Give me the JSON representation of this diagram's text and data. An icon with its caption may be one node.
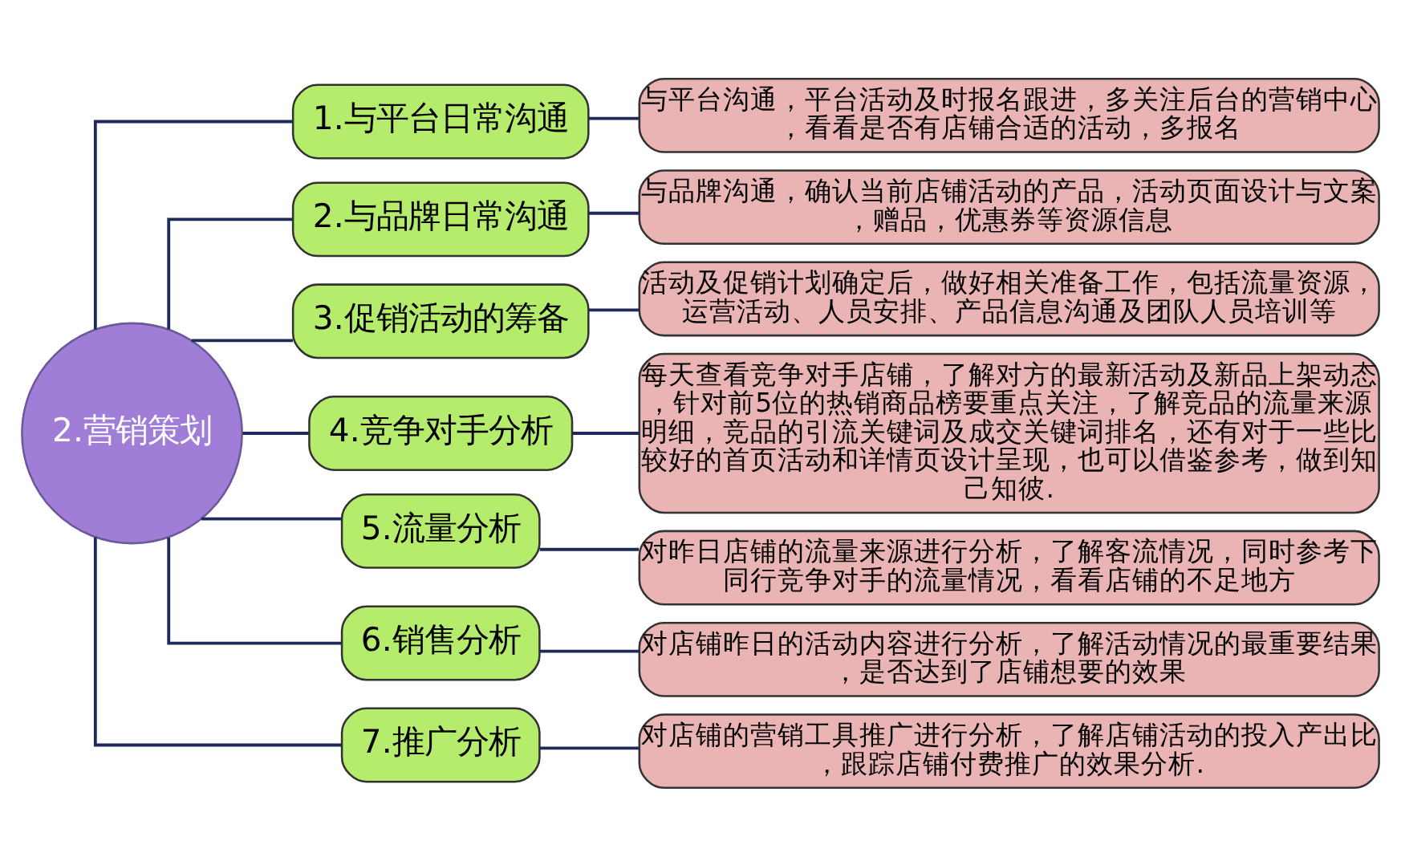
{
  "diagram": {
    "nodes": [
      {
        "text": [
          "2.营销策划"
        ]
      },
      {
        "text": [
          "1.与平台日常沟通"
        ]
      },
      {
        "text": [
          "2.与品牌日常沟通"
        ]
      },
      {
        "text": [
          "3.促销活动的筹备"
        ]
      },
      {
        "text": [
          "4.竞争对手分析"
        ]
      },
      {
        "text": [
          "5.流量分析"
        ]
      },
      {
        "text": [
          "6.销售分析"
        ]
      },
      {
        "text": [
          "7.推广分析"
        ]
      },
      {
        "text": [
          "与平台沟通，平台活动及时报名跟进，多关注后台的营销中心，看看是否有店铺合适的活动，多报名"
        ]
      },
      {
        "text": [
          "与品牌沟通，确认当前店铺活动的产品，活动页面设计与文案，赠品，优惠券等资源信息"
        ]
      },
      {
        "text": [
          "活动及促销计划确定后，做好相关准备工作，包括流量资源，运营活动、人员安排、产品信息沟通及团队人员培训等"
        ]
      },
      {
        "text": [
          "每天查看竞争对手店铺，了解对方的最新活动及新品上架动态，针对前5位的热销商品榜要重点关注，了解竞品的流量来源明细，竞品的引流关键词及成交关键词排名，还有对于一些比较好的首页活动和详情页设计呈现，也可以借鉴参考，做到知己知彼."
        ]
      },
      {
        "text": [
          "对昨日店铺的流量来源进行分析，了解客流情况，同时参考下同行竞争对手的流量情况，看看店铺的不足地方"
        ]
      },
      {
        "text": [
          "对店铺昨日的活动内容进行分析，了解活动情况的最重要结果，是否达到了店铺想要的效果"
        ]
      },
      {
        "text": [
          "对店铺的营销工具推广进行分析，了解店铺活动的投入产出比，跟踪店铺付费推广的效果分析."
        ]
      }
    ],
    "edges": [
      {
        "from": 0,
        "to": 1,
        "arrow": "none"
      },
      {
        "from": 0,
        "to": 2,
        "arrow": "none"
      },
      {
        "from": 0,
        "to": 3,
        "arrow": "none"
      },
      {
        "from": 0,
        "to": 4,
        "arrow": "none"
      },
      {
        "from": 0,
        "to": 5,
        "arrow": "none"
      },
      {
        "from": 0,
        "to": 6,
        "arrow": "none"
      },
      {
        "from": 0,
        "to": 7,
        "arrow": "none"
      },
      {
        "from": 1,
        "to": 8,
        "arrow": "none"
      },
      {
        "from": 2,
        "to": 9,
        "arrow": "none"
      },
      {
        "from": 3,
        "to": 10,
        "arrow": "none"
      },
      {
        "from": 4,
        "to": 11,
        "arrow": "none"
      },
      {
        "from": 5,
        "to": 12,
        "arrow": "none"
      },
      {
        "from": 6,
        "to": 13,
        "arrow": "none"
      },
      {
        "from": 7,
        "to": 14,
        "arrow": "none"
      }
    ]
  }
}
